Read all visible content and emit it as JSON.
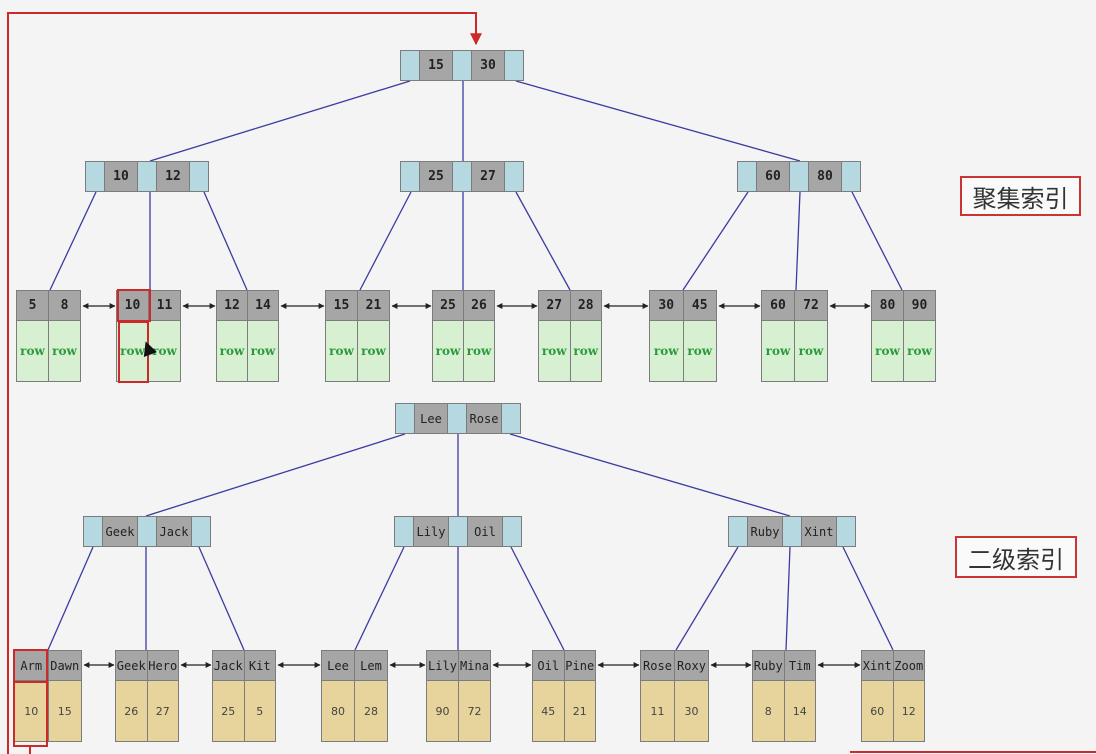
{
  "labels": {
    "clustered": "聚集索引",
    "secondary": "二级索引"
  },
  "clustered": {
    "root": [
      "15",
      "30"
    ],
    "internal": [
      [
        "10",
        "12"
      ],
      [
        "25",
        "27"
      ],
      [
        "60",
        "80"
      ]
    ],
    "leaves": [
      {
        "keys": [
          "5",
          "8"
        ],
        "vals": [
          "row",
          "row"
        ]
      },
      {
        "keys": [
          "10",
          "11"
        ],
        "vals": [
          "row",
          "row"
        ]
      },
      {
        "keys": [
          "12",
          "14"
        ],
        "vals": [
          "row",
          "row"
        ]
      },
      {
        "keys": [
          "15",
          "21"
        ],
        "vals": [
          "row",
          "row"
        ]
      },
      {
        "keys": [
          "25",
          "26"
        ],
        "vals": [
          "row",
          "row"
        ]
      },
      {
        "keys": [
          "27",
          "28"
        ],
        "vals": [
          "row",
          "row"
        ]
      },
      {
        "keys": [
          "30",
          "45"
        ],
        "vals": [
          "row",
          "row"
        ]
      },
      {
        "keys": [
          "60",
          "72"
        ],
        "vals": [
          "row",
          "row"
        ]
      },
      {
        "keys": [
          "80",
          "90"
        ],
        "vals": [
          "row",
          "row"
        ]
      }
    ]
  },
  "secondary": {
    "root": [
      "Lee",
      "Rose"
    ],
    "internal": [
      [
        "Geek",
        "Jack"
      ],
      [
        "Lily",
        "Oil"
      ],
      [
        "Ruby",
        "Xint"
      ]
    ],
    "leaves": [
      {
        "keys": [
          "Arm",
          "Dawn"
        ],
        "vals": [
          "10",
          "15"
        ]
      },
      {
        "keys": [
          "Geek",
          "Hero"
        ],
        "vals": [
          "26",
          "27"
        ]
      },
      {
        "keys": [
          "Jack",
          "Kit"
        ],
        "vals": [
          "25",
          "5"
        ]
      },
      {
        "keys": [
          "Lee",
          "Lem"
        ],
        "vals": [
          "80",
          "28"
        ]
      },
      {
        "keys": [
          "Lily",
          "Mina"
        ],
        "vals": [
          "90",
          "72"
        ]
      },
      {
        "keys": [
          "Oil",
          "Pine"
        ],
        "vals": [
          "45",
          "21"
        ]
      },
      {
        "keys": [
          "Rose",
          "Roxy"
        ],
        "vals": [
          "11",
          "30"
        ]
      },
      {
        "keys": [
          "Ruby",
          "Tim"
        ],
        "vals": [
          "8",
          "14"
        ]
      },
      {
        "keys": [
          "Xint",
          "Zoom"
        ],
        "vals": [
          "60",
          "12"
        ]
      }
    ]
  }
}
